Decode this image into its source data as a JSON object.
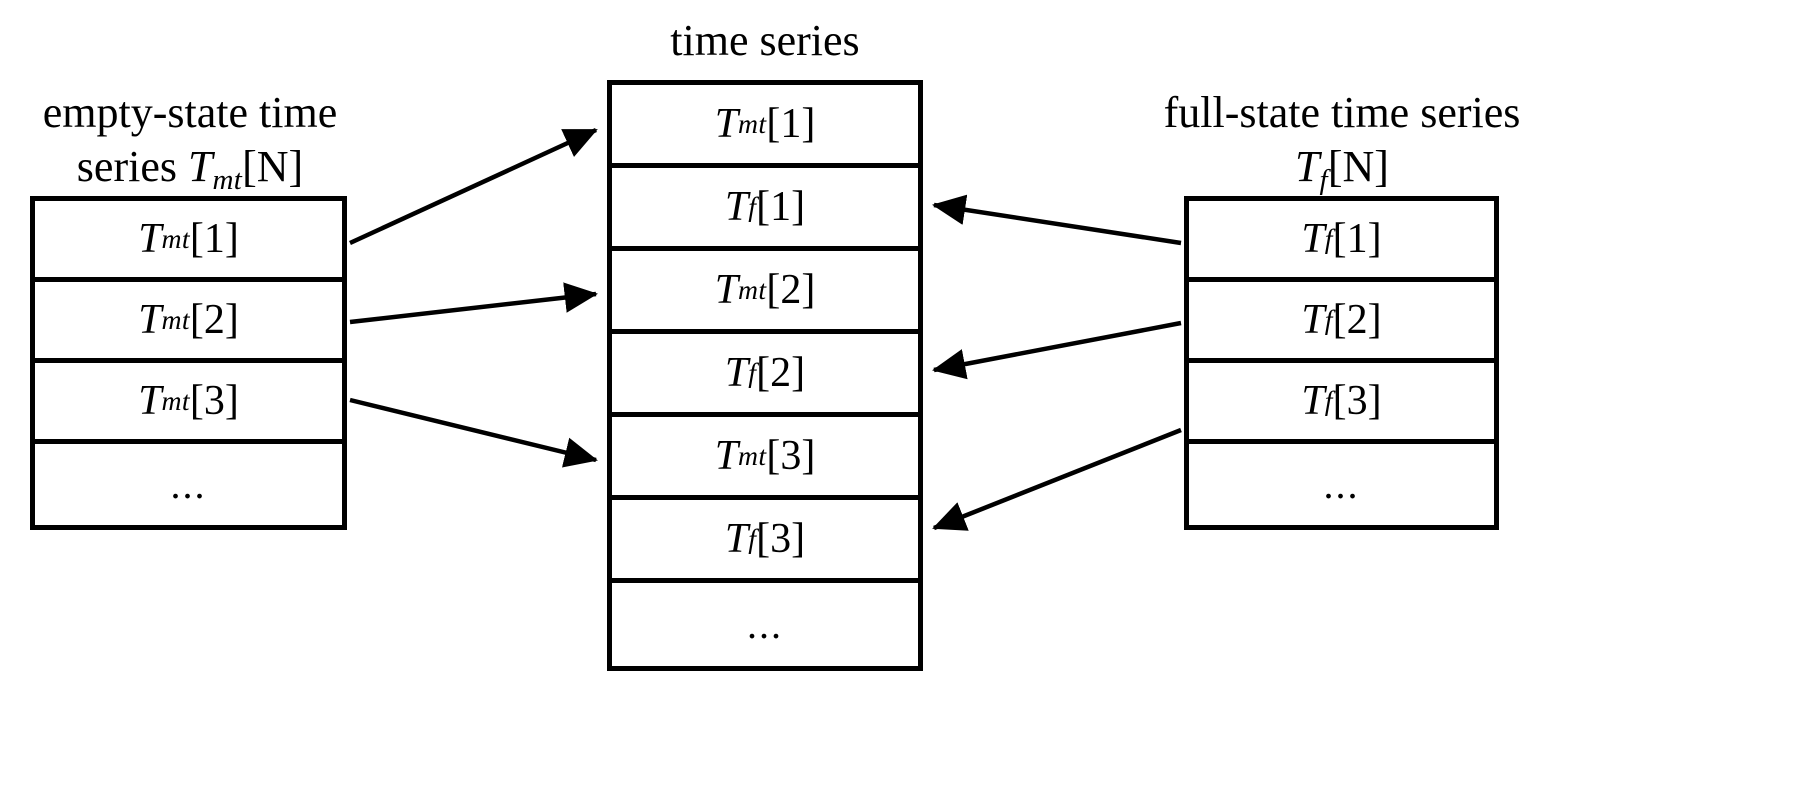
{
  "figure": {
    "type": "diagram",
    "description": "Interleaving of empty-state and full-state time series into a single combined time series"
  },
  "captions": {
    "left": {
      "line1": "empty-state time",
      "line2_prefix": "series ",
      "line2_math": {
        "base": "T",
        "sub": "mt",
        "index": "[N]"
      }
    },
    "middle": {
      "line1": "time series"
    },
    "right": {
      "line1": "full-state time series",
      "line2_math": {
        "base": "T",
        "sub": "f",
        "index": "[N]"
      }
    }
  },
  "left_table": {
    "name": "empty-state time series",
    "rows": [
      {
        "base": "T",
        "sub": "mt",
        "index": "[1]",
        "kind": "math"
      },
      {
        "base": "T",
        "sub": "mt",
        "index": "[2]",
        "kind": "math"
      },
      {
        "base": "T",
        "sub": "mt",
        "index": "[3]",
        "kind": "math"
      },
      {
        "text": "...",
        "kind": "ellipsis"
      }
    ]
  },
  "middle_table": {
    "name": "time series",
    "rows": [
      {
        "base": "T",
        "sub": "mt",
        "index": "[1]",
        "kind": "math"
      },
      {
        "base": "T",
        "sub": "f",
        "index": "[1]",
        "kind": "math"
      },
      {
        "base": "T",
        "sub": "mt",
        "index": "[2]",
        "kind": "math"
      },
      {
        "base": "T",
        "sub": "f",
        "index": "[2]",
        "kind": "math"
      },
      {
        "base": "T",
        "sub": "mt",
        "index": "[3]",
        "kind": "math"
      },
      {
        "base": "T",
        "sub": "f",
        "index": "[3]",
        "kind": "math"
      },
      {
        "text": "...",
        "kind": "ellipsis"
      }
    ]
  },
  "right_table": {
    "name": "full-state time series",
    "rows": [
      {
        "base": "T",
        "sub": "f",
        "index": "[1]",
        "kind": "math"
      },
      {
        "base": "T",
        "sub": "f",
        "index": "[2]",
        "kind": "math"
      },
      {
        "base": "T",
        "sub": "f",
        "index": "[3]",
        "kind": "math"
      },
      {
        "text": "...",
        "kind": "ellipsis"
      }
    ]
  },
  "connectors": [
    {
      "id": "left-1",
      "from": "left_table.row.0",
      "to": "middle_table.row.0",
      "direction": "right"
    },
    {
      "id": "left-2",
      "from": "left_table.row.1",
      "to": "middle_table.row.2",
      "direction": "right"
    },
    {
      "id": "left-3",
      "from": "left_table.row.2",
      "to": "middle_table.row.4",
      "direction": "right"
    },
    {
      "id": "right-1",
      "from": "right_table.row.0",
      "to": "middle_table.row.1",
      "direction": "left"
    },
    {
      "id": "right-2",
      "from": "right_table.row.1",
      "to": "middle_table.row.3",
      "direction": "left"
    },
    {
      "id": "right-3",
      "from": "right_table.row.2",
      "to": "middle_table.row.5",
      "direction": "left"
    }
  ],
  "colors": {
    "stroke": "#000000",
    "background": "#ffffff",
    "text": "#000000"
  }
}
